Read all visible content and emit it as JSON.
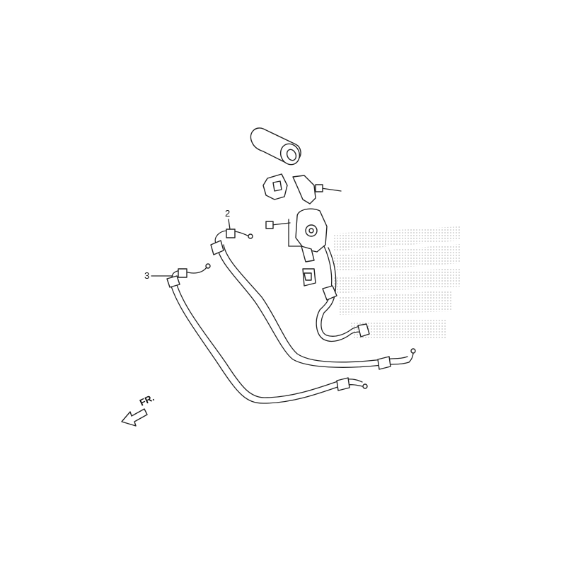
{
  "callouts": {
    "part_2": "2",
    "part_3": "3"
  },
  "direction_label": "FR.",
  "colors": {
    "line": "#222222",
    "watermark_dots": "#bdbdbd"
  }
}
